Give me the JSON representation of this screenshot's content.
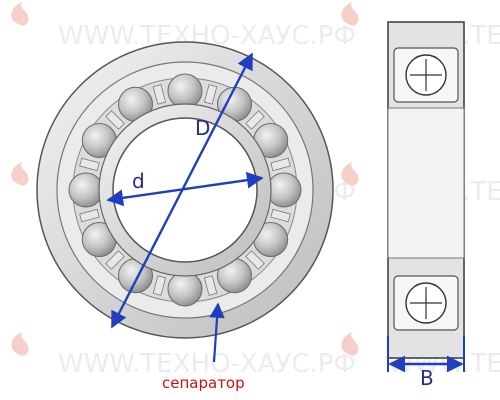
{
  "watermark": {
    "text": "WWW.ТЕХНО-ХАУС.РФ",
    "logo_icon": "techno-haus-flame-icon",
    "color": "#ececec",
    "logo_color": "#f6d0c8"
  },
  "labels": {
    "outer_diameter": "D",
    "inner_diameter": "d",
    "width": "B",
    "cage": "сепаратор"
  },
  "colors": {
    "dimension_lines": "#1f3fbf",
    "cage_label": "#cc1111",
    "metal_outline": "#555555"
  },
  "bearing": {
    "ball_count": 12,
    "view": "front and side cross-section"
  }
}
